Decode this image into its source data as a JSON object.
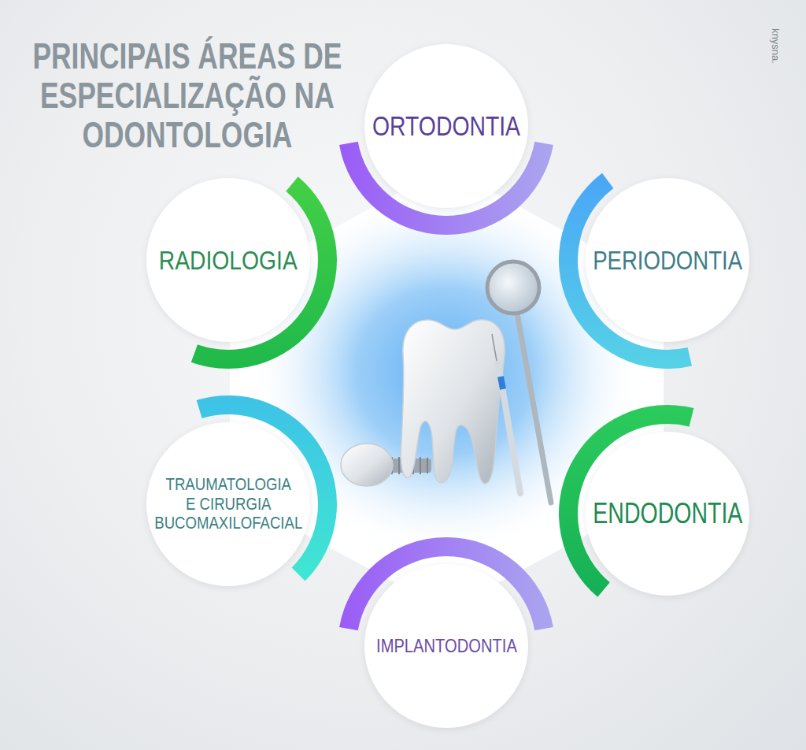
{
  "diagram": {
    "title": "PRINCIPAIS ÁREAS DE ESPECIALIZAÇÃO NA ODONTOLOGIA",
    "nodes": [
      {
        "text": [
          "ORTODONTIA"
        ]
      },
      {
        "text": [
          "PERIODONTIA"
        ]
      },
      {
        "text": [
          "ENDODONTIA"
        ]
      },
      {
        "text": [
          "IMPLANTODONTIA"
        ]
      },
      {
        "text": [
          "TRAUMATOLOGIA E CIRURGIA BUCOMAXILOFACIAL"
        ]
      },
      {
        "text": [
          "RADIOLOGIA"
        ]
      }
    ],
    "labels": [
      "knysna."
    ]
  }
}
